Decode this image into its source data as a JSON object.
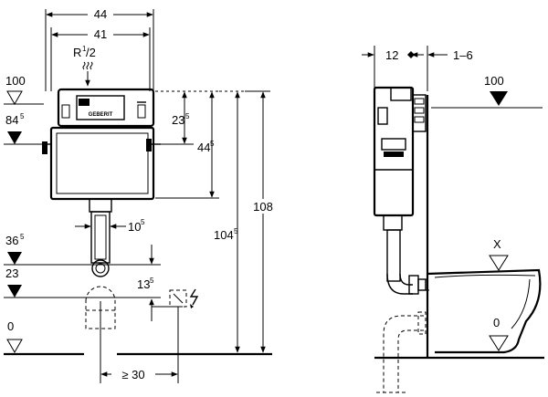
{
  "diagram": {
    "front": {
      "dim_44": "44",
      "dim_41": "41",
      "pipe_R": "R",
      "pipe_R_sup": "1",
      "pipe_R_rest": "/2",
      "lvl_100": "100",
      "lvl_84": "84",
      "lvl_84_sup": "5",
      "lvl_36": "36",
      "lvl_36_sup": "5",
      "lvl_23": "23",
      "lvl_0": "0",
      "dim_23": "23",
      "dim_23_sup": "5",
      "dim_44b": "44",
      "dim_44b_sup": "5",
      "dim_104": "104",
      "dim_104_sup": "5",
      "dim_108": "108",
      "dim_10": "10",
      "dim_10_sup": "5",
      "dim_13": "13",
      "dim_13_sup": "5",
      "dim_30": "≥ 30",
      "brand": "GEBERIT"
    },
    "side": {
      "dim_12": "12",
      "dim_1_6": "1–6",
      "lvl_100": "100",
      "lvl_X": "X",
      "lvl_0": "0"
    }
  }
}
